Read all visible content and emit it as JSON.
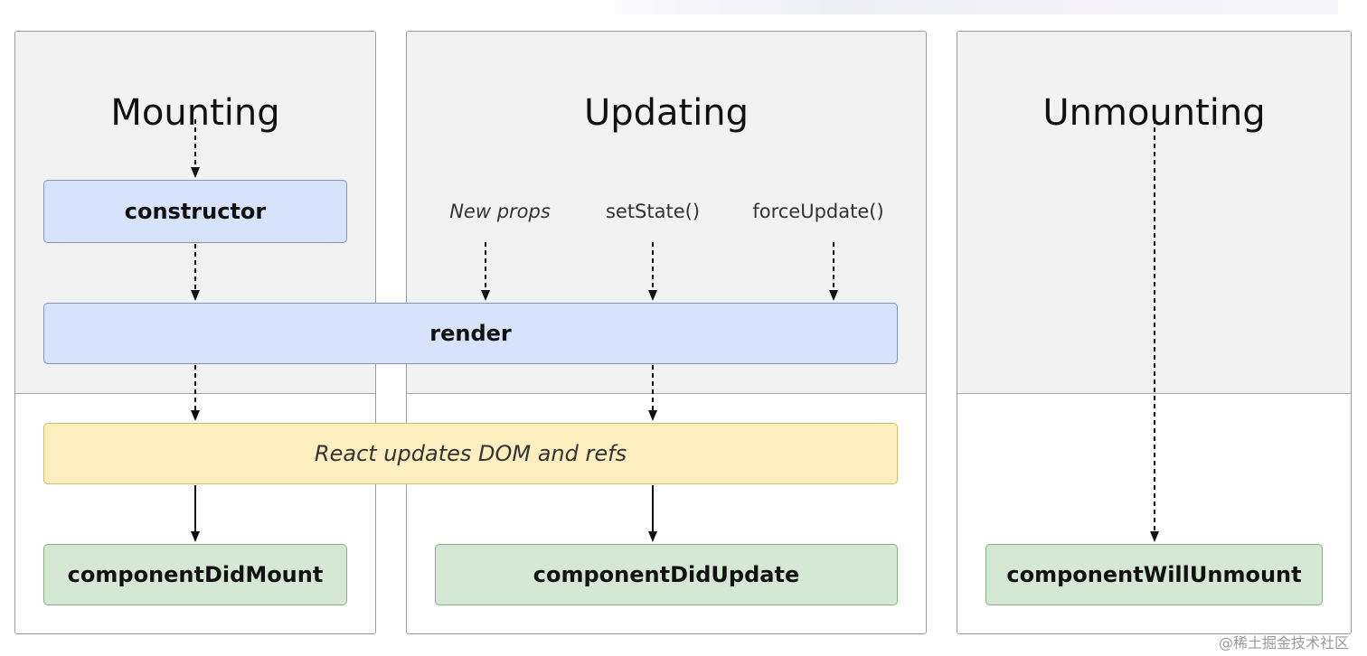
{
  "phases": {
    "mounting": "Mounting",
    "updating": "Updating",
    "unmounting": "Unmounting"
  },
  "triggers": {
    "new_props": "New props",
    "set_state": "setState()",
    "force_update": "forceUpdate()"
  },
  "boxes": {
    "constructor": "constructor",
    "render": "render",
    "dom_update": "React updates DOM and refs",
    "component_did_mount": "componentDidMount",
    "component_did_update": "componentDidUpdate",
    "component_will_unmount": "componentWillUnmount"
  },
  "colors": {
    "blue_box": "#d6e3fb",
    "yellow_box": "#fdeec0",
    "green_box": "#d5e8d4",
    "panel_upper": "#f2f2f2"
  },
  "watermark": "@稀土掘金技术社区"
}
